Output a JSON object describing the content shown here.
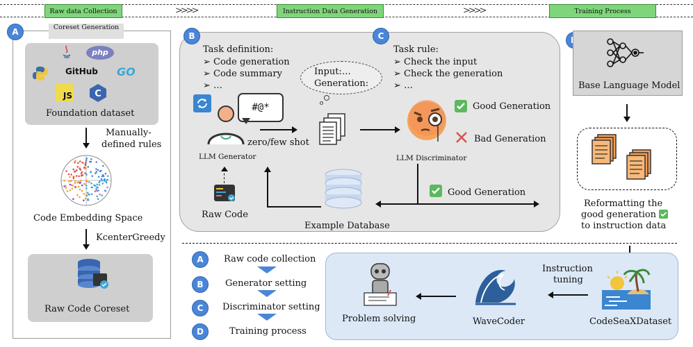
{
  "stages": {
    "raw": "Raw data Collection",
    "instruction": "Instruction Data Generation",
    "training": "Training Process"
  },
  "section_a": {
    "badge": "A",
    "coreset_title": "Coreset Generation",
    "logos": [
      "java",
      "php",
      "GitHub",
      "GO",
      "JS",
      "C"
    ],
    "foundation": "Foundation dataset",
    "manual_rules_1": "Manually-",
    "manual_rules_2": "defined rules",
    "embedding": "Code Embedding Space",
    "kcenter": "KcenterGreedy",
    "coreset": "Raw Code Coreset"
  },
  "section_b": {
    "badge": "B",
    "task_def": "Task definition:",
    "items": [
      "Code generation",
      "Code summary",
      "…"
    ],
    "symbol_bubble": "#@*",
    "llm_gen": "LLM Generator",
    "zero_few": "zero/few shot",
    "raw_code": "Raw Code",
    "example_db": "Example Database",
    "cloud_1": "Input:…",
    "cloud_2": "Generation:"
  },
  "section_c": {
    "badge": "C",
    "task_rule": "Task rule:",
    "items": [
      "Check the input",
      "Check the generation",
      "…"
    ],
    "good": "Good Generation",
    "bad": "Bad Generation",
    "llm_disc": "LLM Discriminator",
    "good2": "Good Generation"
  },
  "section_d": {
    "badge": "D",
    "base_model": "Base Language Model",
    "reformat_1": "Reformatting the",
    "reformat_2": "good generation",
    "reformat_3": "to instruction data"
  },
  "legend": {
    "a": "A",
    "b": "B",
    "c": "C",
    "d": "D",
    "a_text": "Raw code collection",
    "b_text": "Generator setting",
    "c_text": "Discriminator setting",
    "d_text": "Training process"
  },
  "bottom": {
    "problem": "Problem solving",
    "wavecoder": "WaveCoder",
    "instruction_1": "Instruction",
    "instruction_2": "tuning",
    "dataset": "CodeSeaXDataset"
  },
  "colors": {
    "stage_green": "#7fd67a",
    "badge_blue": "#4a86d8",
    "panel_gray": "#e6e6e6",
    "bottom_blue": "#dce8f6",
    "check_green": "#5cb85c",
    "cross_red": "#d9534f"
  }
}
